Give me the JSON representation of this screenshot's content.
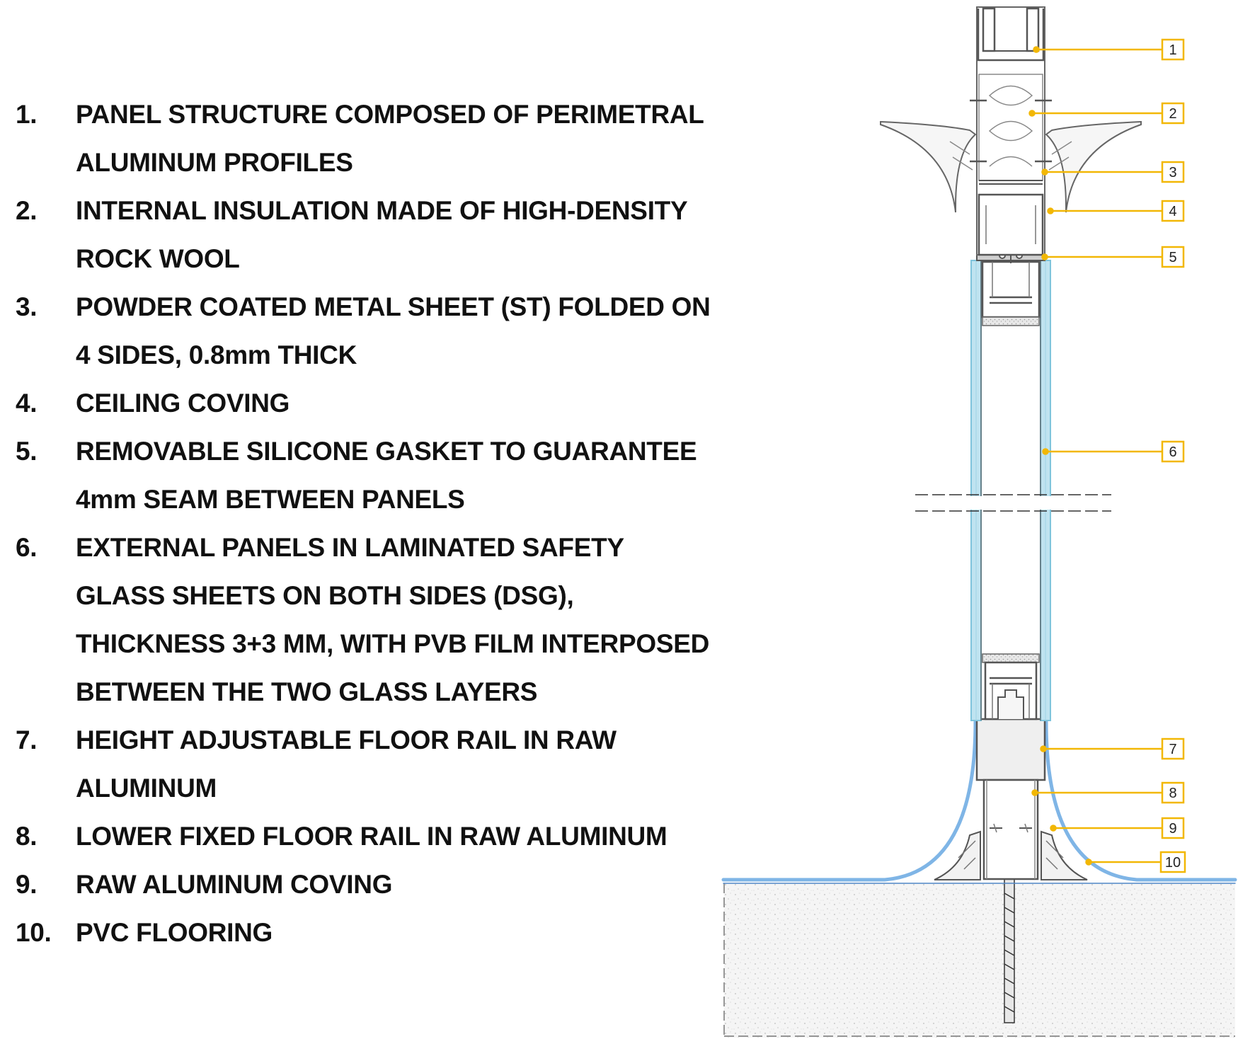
{
  "legend": [
    {
      "num": "1.",
      "text": "PANEL STRUCTURE COMPOSED OF PERIMETRAL ALUMINUM PROFILES"
    },
    {
      "num": "2.",
      "text": "INTERNAL INSULATION MADE OF HIGH-DENSITY ROCK WOOL"
    },
    {
      "num": "3.",
      "text": "POWDER COATED METAL SHEET (ST) FOLDED ON 4 SIDES, 0.8mm THICK"
    },
    {
      "num": "4.",
      "text": "CEILING COVING"
    },
    {
      "num": "5.",
      "text": "REMOVABLE SILICONE GASKET TO GUARANTEE 4mm SEAM BETWEEN PANELS"
    },
    {
      "num": "6.",
      "text": "EXTERNAL PANELS IN LAMINATED SAFETY GLASS SHEETS ON BOTH SIDES (DSG), THICKNESS 3+3 MM, WITH PVB FILM INTERPOSED BETWEEN THE TWO GLASS LAYERS"
    },
    {
      "num": "7.",
      "text": "HEIGHT ADJUSTABLE FLOOR RAIL IN RAW ALUMINUM"
    },
    {
      "num": "8.",
      "text": "LOWER FIXED FLOOR RAIL IN RAW ALUMINUM"
    },
    {
      "num": "9.",
      "text": "RAW ALUMINUM COVING"
    },
    {
      "num": "10.",
      "text": "PVC FLOORING"
    }
  ],
  "callouts": [
    "1",
    "2",
    "3",
    "4",
    "5",
    "6",
    "7",
    "8",
    "9",
    "10"
  ],
  "colors": {
    "callout": "#f2b705",
    "glass": "#bfe3f0",
    "glass_edge": "#7fc4dc",
    "pvc": "#7fb5e6",
    "metal": "#555555",
    "concrete": "#f4f4f4"
  }
}
